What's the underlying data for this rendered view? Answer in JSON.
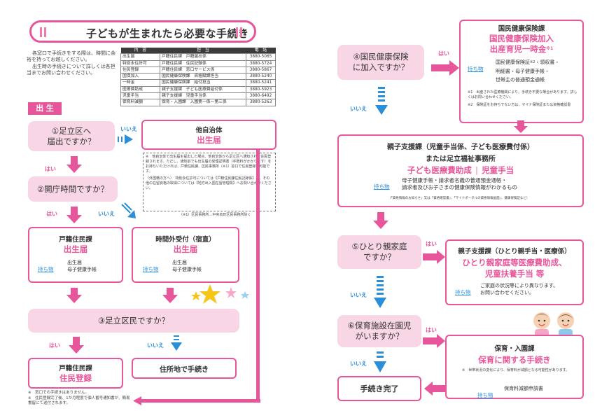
{
  "page": {
    "title": "子どもが生まれたら必要な手続き",
    "intro_1": "各窓口で手続きをする際は、時間に余裕を持ってお越しください。",
    "intro_2": "出生時の手続きについて詳しくは各担当までお問い合わせください。",
    "section_label": "出 生"
  },
  "contact_table": {
    "headers": [
      "内　容",
      "担　当",
      "電　話"
    ],
    "rows": [
      [
        "出生届",
        "戸籍住民課　戸籍届出係",
        "3880-5065"
      ],
      [
        "特別永住許可",
        "戸籍住民課　住民記録係",
        "3880-5724"
      ],
      [
        "住民登録",
        "戸籍住民課　窓口サービス係",
        "3880-5867"
      ],
      [
        "国保加入",
        "国民健康保険課　資格賦課担当",
        "3880-5240"
      ],
      [
        "一時金",
        "国民健康保険課　給付担当",
        "3880-5241"
      ],
      [
        "医療費助成",
        "親子支援課　子ども医療費給付係",
        "3880-5923"
      ],
      [
        "児童手当",
        "親子支援課　児童手当係",
        "3880-6492"
      ],
      [
        "保育料減額",
        "保育・入園課　入園第一係～第三係",
        "3880-5263"
      ]
    ]
  },
  "left_flow": {
    "q1": "①足立区へ\n届出ですか？",
    "q2": "②開庁時間ですか？",
    "q3": "③足立区民ですか？",
    "yes": "はい",
    "no": "いいえ",
    "other_city": {
      "heading": "他自治体",
      "title": "出生届"
    },
    "note_box_1": "※　他自治体で出生届を提出した場合、他自治体から足立区へ通知され、住民登録されます。ただし、通知前でも出生届の受理証明書（手数料がかかります）をお持ちいただければ、戸籍住民課、区民事務所（※1）窓口で住民登録が可能です。",
    "note_box_2": "〈外国籍の方へ〉　特別永住許可については【戸籍住民課住民記録係】へ、その他の在留資格の取得については【地方出入国在留管理局】へお問い合わせください。",
    "note_box_3": "（※1）区民事務所…中央本町区民事務所除く",
    "koseki": {
      "heading": "戸籍住民課",
      "title": "出生届",
      "mochimono": "持ち物",
      "items_1": "出生届",
      "items_2": "母子健康手帳"
    },
    "after_hours": {
      "heading": "時間外受付（宿直）",
      "title": "出生届",
      "mochimono": "持ち物",
      "items_1": "出生届",
      "items_2": "母子健康手帳"
    },
    "register": {
      "heading": "戸籍住民課",
      "title": "住民登録"
    },
    "moved": {
      "title": "住所地で手続き"
    },
    "footnote_1": "※　窓口での手続きはありません。",
    "footnote_2": "※　住民登録完了後、1か月程度で個人番号通知書が、簡易書留にて送付されます。"
  },
  "right_flow": {
    "q4": "④国民健康保険\nに加入ですか？",
    "q5": "⑤ひとり親家庭\nですか？",
    "q6": "⑥保育施設在園児\nがいますか？",
    "yes": "はい",
    "no": "いいえ",
    "kokuho": {
      "heading": "国民健康保険課",
      "title_1": "国民健康保険加入",
      "title_2": "出産育児一時金",
      "title_2_mark": "※1",
      "mochimono": "持ち物",
      "items_1": "国民健康保険証",
      "items_1_mark": "※2",
      "items_1b": "・領収書・",
      "items_2": "明細書・母子健康手帳・",
      "items_3": "世帯主の普通預金通帳",
      "note_1": "※1　出産された医療機関により、手続き不要な場合があります。詳しくはお問い合わせください。",
      "note_2": "※2　保険証をお持ちでない方は、マイナ保険証または資格確認書"
    },
    "oyako": {
      "heading": "親子支援課（児童手当係、子ども医療費付係）",
      "heading_2": "または足立福祉事務所",
      "title_a": "子ども医療費助成",
      "title_b": "児童手当",
      "mochimono": "持ち物",
      "items_1": "母子健康手帳・請求者名義の普通預金通帳・",
      "items_2": "請求者及びお子さまの健康保険情報がわかるもの",
      "items_note": "（「資格情報のお知らせ」又は「資格確認書」、「マイナポータルの資格情報画面」、健康保険証など）"
    },
    "hitorioya": {
      "heading": "親子支援課（ひとり親手当・医療係）",
      "title_1": "ひとり親家庭等医療費助成、",
      "title_2": "児童扶養手当 等",
      "mochimono": "持ち物",
      "items_1": "ご家庭の状況等により異なります。",
      "items_2": "お問い合わせください。"
    },
    "hoiku": {
      "heading": "保育・入園課",
      "title": "保育に関する手続き",
      "note": "※　世帯状況の変化により、保育料が減額となる可能性があります。",
      "mochimono": "持ち物",
      "items_1": "保育料減額申請書"
    },
    "done": "手続き完了"
  },
  "colors": {
    "pink": "#e7559a",
    "light_pink": "#f8d6e6",
    "blue": "#2a8fd8",
    "gold": "#f5c518"
  }
}
